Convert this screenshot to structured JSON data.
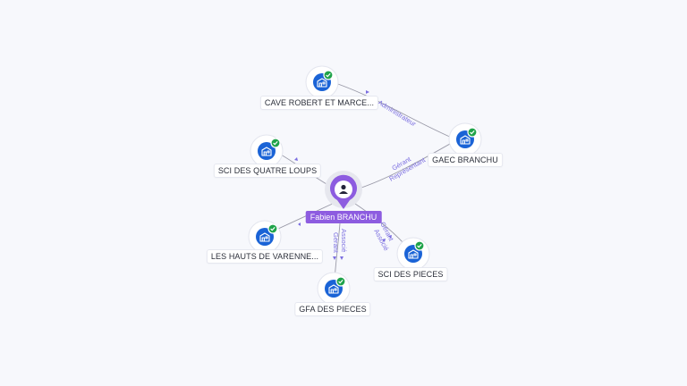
{
  "person": {
    "name": "Fabien BRANCHU"
  },
  "companies": [
    {
      "id": "cave",
      "name": "CAVE ROBERT ET MARCE...",
      "icon": "building-icon",
      "verified": true
    },
    {
      "id": "gaec",
      "name": "GAEC BRANCHU",
      "icon": "building-icon",
      "verified": true
    },
    {
      "id": "quatre",
      "name": "SCI DES QUATRE LOUPS",
      "icon": "building-icon",
      "verified": true
    },
    {
      "id": "hauts",
      "name": "LES HAUTS DE VARENNE...",
      "icon": "building-icon",
      "verified": true
    },
    {
      "id": "gfa",
      "name": "GFA DES PIECES",
      "icon": "building-icon",
      "verified": true
    },
    {
      "id": "scipieces",
      "name": "SCI DES PIECES",
      "icon": "building-icon",
      "verified": true
    }
  ],
  "edges": [
    {
      "label1": "Administrateur",
      "label2": ""
    },
    {
      "label1": "Gérant",
      "label2": "Représentant"
    },
    {
      "label1": "Gérant",
      "label2": "Associé"
    },
    {
      "label1": "Gérant",
      "label2": "Associé"
    }
  ],
  "colors": {
    "accent": "#8d5ce0",
    "building_badge": "#1a63d6",
    "verified_check": "#1fa34a",
    "edge_label": "#7b6ee0"
  }
}
